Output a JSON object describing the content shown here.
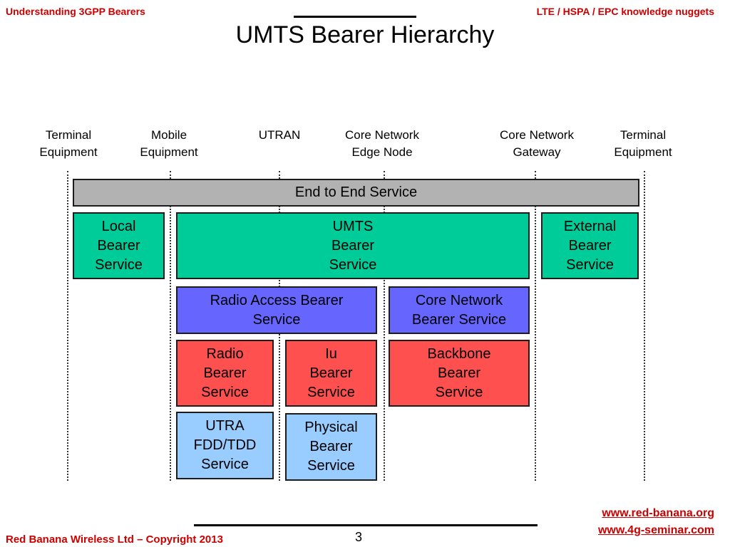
{
  "header": {
    "left": "Understanding 3GPP Bearers",
    "right": "LTE / HSPA / EPC knowledge nuggets"
  },
  "title": "UMTS Bearer Hierarchy",
  "columns": [
    {
      "line1": "Terminal",
      "line2": "Equipment"
    },
    {
      "line1": "Mobile",
      "line2": "Equipment"
    },
    {
      "line1": "UTRAN",
      "line2": ""
    },
    {
      "line1": "Core Network",
      "line2": "Edge Node"
    },
    {
      "line1": "Core Network",
      "line2": "Gateway"
    },
    {
      "line1": "Terminal",
      "line2": "Equipment"
    }
  ],
  "boxes": {
    "end_to_end": [
      "End to End Service"
    ],
    "local_bearer": [
      "Local",
      "Bearer",
      "Service"
    ],
    "umts_bearer": [
      "UMTS",
      "Bearer",
      "Service"
    ],
    "external_bearer": [
      "External",
      "Bearer",
      "Service"
    ],
    "radio_access_bearer": [
      "Radio Access Bearer",
      "Service"
    ],
    "core_network_bearer": [
      "Core Network",
      "Bearer Service"
    ],
    "radio_bearer": [
      "Radio",
      "Bearer",
      "Service"
    ],
    "iu_bearer": [
      "Iu",
      "Bearer",
      "Service"
    ],
    "backbone_bearer": [
      "Backbone",
      "Bearer",
      "Service"
    ],
    "utra_fdd_tdd": [
      "UTRA",
      "FDD/TDD",
      "Service"
    ],
    "physical_bearer": [
      "Physical",
      "Bearer",
      "Service"
    ]
  },
  "colors": {
    "end_to_end": "#b2b2b2",
    "umts_level": "#00cc99",
    "access_core_level": "#6666ff",
    "bearer_level": "#ff5050",
    "physical_level": "#99ccff",
    "header_text": "#cc0000"
  },
  "footer": {
    "left": "Red Banana Wireless Ltd – Copyright 2013",
    "page_number": "3",
    "link1": "www.red-banana.org",
    "link2": "www.4g-seminar.com"
  }
}
